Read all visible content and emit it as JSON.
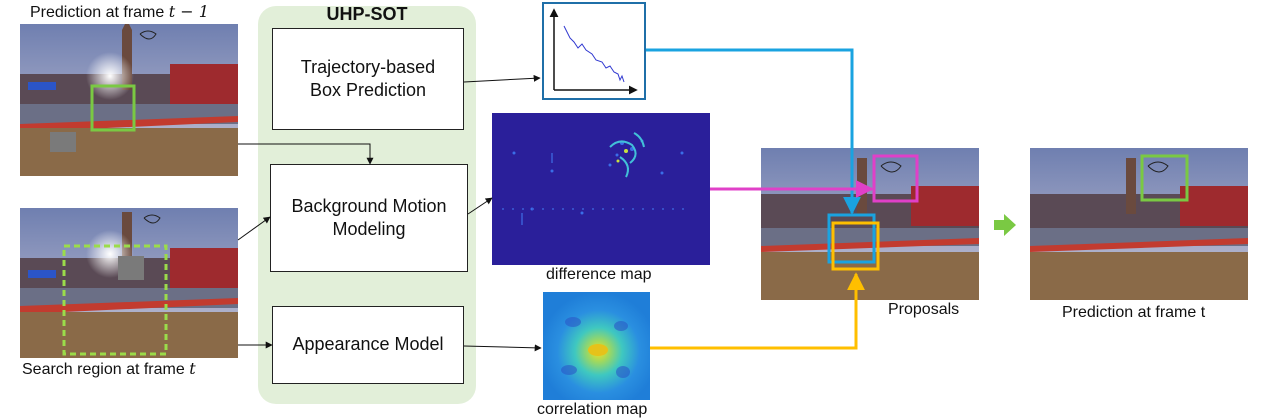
{
  "frames": {
    "prev": {
      "caption_prefix": "Prediction at frame ",
      "caption_var": "t − 1"
    },
    "search": {
      "caption_prefix": "Search region at frame ",
      "caption_var": "t"
    }
  },
  "panel": {
    "title": "UHP-SOT",
    "modules": {
      "trajectory": {
        "line1": "Trajectory-based",
        "line2": "Box Prediction"
      },
      "motion": {
        "line1": "Background Motion",
        "line2": "Modeling"
      },
      "appearance": {
        "line1": "Appearance Model"
      }
    }
  },
  "maps": {
    "difference": "difference map",
    "correlation": "correlation map"
  },
  "outputs": {
    "proposals": "Proposals",
    "prediction": "Prediction at frame t"
  },
  "colors": {
    "panel_bg": "#e2efd9",
    "trajectory_arrow": "#1aa3e0",
    "motion_arrow": "#e040c8",
    "appearance_arrow": "#ffbf00",
    "box_green": "#7ac943",
    "output_arrow": "#7ac943",
    "diffmap_bg": "#2a1f9a",
    "corrmap_bg": "#1f8ed8"
  }
}
